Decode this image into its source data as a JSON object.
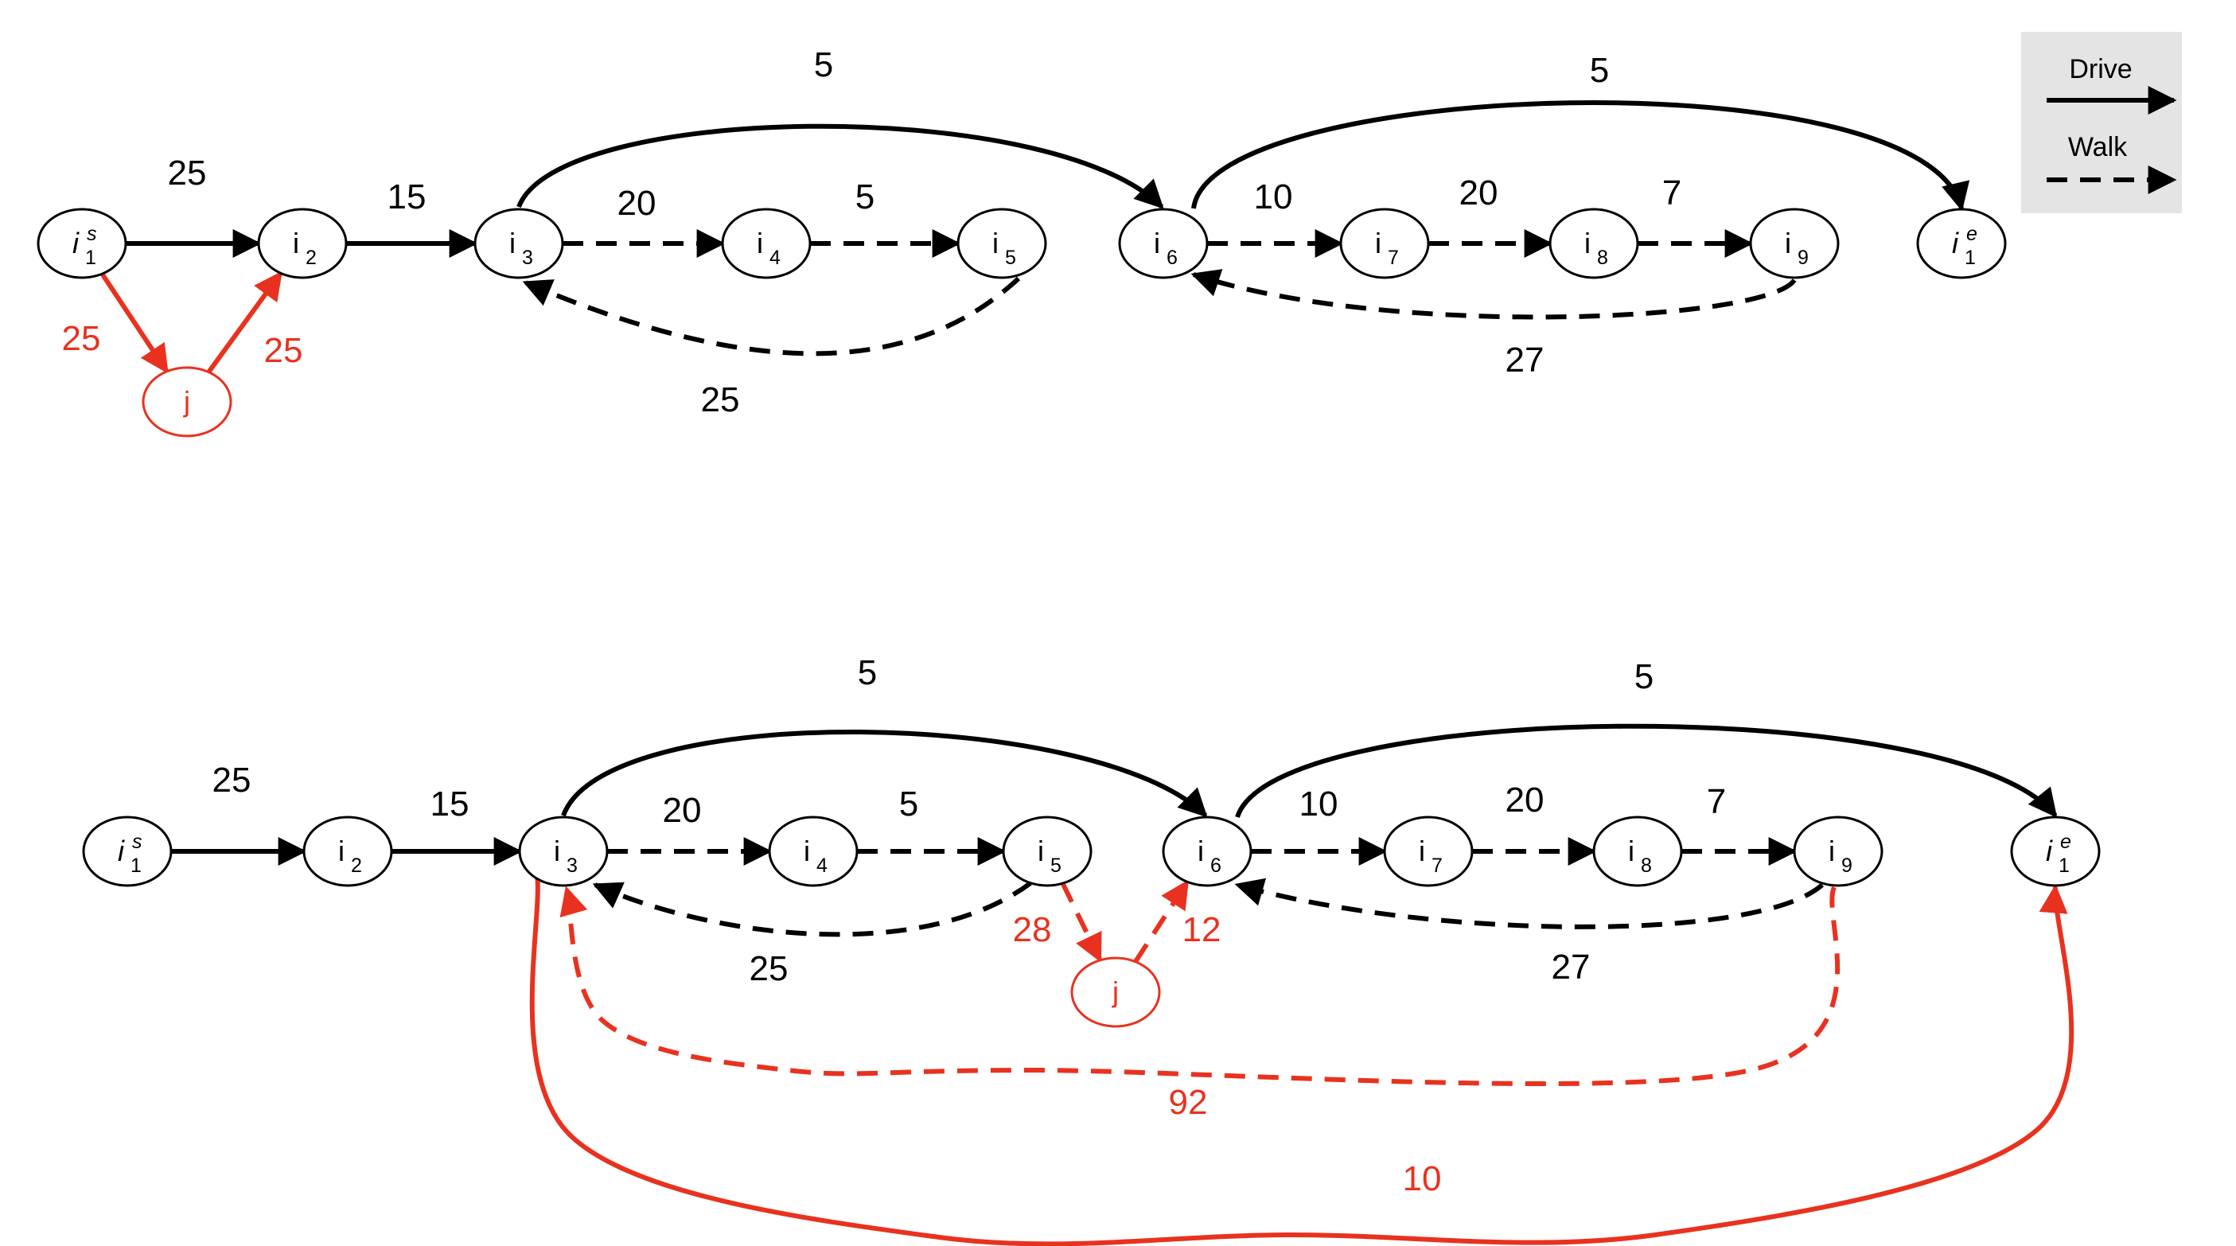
{
  "colors": {
    "black": "#000000",
    "red": "#e8321f",
    "legend_bg": "#e4e4e4"
  },
  "legend": {
    "drive_label": "Drive",
    "walk_label": "Walk"
  },
  "top_graph": {
    "nodes": [
      {
        "id": "is",
        "base": "i",
        "sub": "1",
        "sup": "s",
        "italic": true,
        "color": "black"
      },
      {
        "id": "i2",
        "base": "i",
        "sub": "2",
        "color": "black"
      },
      {
        "id": "i3",
        "base": "i",
        "sub": "3",
        "color": "black"
      },
      {
        "id": "i4",
        "base": "i",
        "sub": "4",
        "color": "black"
      },
      {
        "id": "i5",
        "base": "i",
        "sub": "5",
        "color": "black"
      },
      {
        "id": "i6",
        "base": "i",
        "sub": "6",
        "color": "black"
      },
      {
        "id": "i7",
        "base": "i",
        "sub": "7",
        "color": "black"
      },
      {
        "id": "i8",
        "base": "i",
        "sub": "8",
        "color": "black"
      },
      {
        "id": "i9",
        "base": "i",
        "sub": "9",
        "color": "black"
      },
      {
        "id": "ie",
        "base": "i",
        "sub": "1",
        "sup": "e",
        "italic": true,
        "color": "black"
      },
      {
        "id": "j",
        "base": "j",
        "color": "red"
      }
    ],
    "edges": [
      {
        "id": "is-i2",
        "from": "is",
        "to": "i2",
        "label": "25",
        "mode": "drive",
        "color": "black"
      },
      {
        "id": "i2-i3",
        "from": "i2",
        "to": "i3",
        "label": "15",
        "mode": "drive",
        "color": "black"
      },
      {
        "id": "i3-i4",
        "from": "i3",
        "to": "i4",
        "label": "20",
        "mode": "walk",
        "color": "black"
      },
      {
        "id": "i4-i5",
        "from": "i4",
        "to": "i5",
        "label": "5",
        "mode": "walk",
        "color": "black"
      },
      {
        "id": "i5-i3",
        "from": "i5",
        "to": "i3",
        "label": "25",
        "mode": "walk",
        "color": "black"
      },
      {
        "id": "i3-i6",
        "from": "i3",
        "to": "i6",
        "label": "5",
        "mode": "drive",
        "color": "black"
      },
      {
        "id": "i6-i7",
        "from": "i6",
        "to": "i7",
        "label": "10",
        "mode": "walk",
        "color": "black"
      },
      {
        "id": "i7-i8",
        "from": "i7",
        "to": "i8",
        "label": "20",
        "mode": "walk",
        "color": "black"
      },
      {
        "id": "i8-i9",
        "from": "i8",
        "to": "i9",
        "label": "7",
        "mode": "walk",
        "color": "black"
      },
      {
        "id": "i9-i6",
        "from": "i9",
        "to": "i6",
        "label": "27",
        "mode": "walk",
        "color": "black"
      },
      {
        "id": "i6-ie",
        "from": "i6",
        "to": "ie",
        "label": "5",
        "mode": "drive",
        "color": "black"
      },
      {
        "id": "is-j",
        "from": "is",
        "to": "j",
        "label": "25",
        "mode": "drive",
        "color": "red"
      },
      {
        "id": "j-i2",
        "from": "j",
        "to": "i2",
        "label": "25",
        "mode": "drive",
        "color": "red"
      }
    ]
  },
  "bottom_graph": {
    "nodes": [
      {
        "id": "is",
        "base": "i",
        "sub": "1",
        "sup": "s",
        "italic": true,
        "color": "black"
      },
      {
        "id": "i2",
        "base": "i",
        "sub": "2",
        "color": "black"
      },
      {
        "id": "i3",
        "base": "i",
        "sub": "3",
        "color": "black"
      },
      {
        "id": "i4",
        "base": "i",
        "sub": "4",
        "color": "black"
      },
      {
        "id": "i5",
        "base": "i",
        "sub": "5",
        "color": "black"
      },
      {
        "id": "i6",
        "base": "i",
        "sub": "6",
        "color": "black"
      },
      {
        "id": "i7",
        "base": "i",
        "sub": "7",
        "color": "black"
      },
      {
        "id": "i8",
        "base": "i",
        "sub": "8",
        "color": "black"
      },
      {
        "id": "i9",
        "base": "i",
        "sub": "9",
        "color": "black"
      },
      {
        "id": "ie",
        "base": "i",
        "sub": "1",
        "sup": "e",
        "italic": true,
        "color": "black"
      },
      {
        "id": "j",
        "base": "j",
        "color": "red"
      }
    ],
    "edges": [
      {
        "id": "is-i2",
        "from": "is",
        "to": "i2",
        "label": "25",
        "mode": "drive",
        "color": "black"
      },
      {
        "id": "i2-i3",
        "from": "i2",
        "to": "i3",
        "label": "15",
        "mode": "drive",
        "color": "black"
      },
      {
        "id": "i3-i4",
        "from": "i3",
        "to": "i4",
        "label": "20",
        "mode": "walk",
        "color": "black"
      },
      {
        "id": "i4-i5",
        "from": "i4",
        "to": "i5",
        "label": "5",
        "mode": "walk",
        "color": "black"
      },
      {
        "id": "i5-i3",
        "from": "i5",
        "to": "i3",
        "label": "25",
        "mode": "walk",
        "color": "black"
      },
      {
        "id": "i3-i6",
        "from": "i3",
        "to": "i6",
        "label": "5",
        "mode": "drive",
        "color": "black"
      },
      {
        "id": "i6-i7",
        "from": "i6",
        "to": "i7",
        "label": "10",
        "mode": "walk",
        "color": "black"
      },
      {
        "id": "i7-i8",
        "from": "i7",
        "to": "i8",
        "label": "20",
        "mode": "walk",
        "color": "black"
      },
      {
        "id": "i8-i9",
        "from": "i8",
        "to": "i9",
        "label": "7",
        "mode": "walk",
        "color": "black"
      },
      {
        "id": "i9-i6",
        "from": "i9",
        "to": "i6",
        "label": "27",
        "mode": "walk",
        "color": "black"
      },
      {
        "id": "i6-ie",
        "from": "i6",
        "to": "ie",
        "label": "5",
        "mode": "drive",
        "color": "black"
      },
      {
        "id": "i5-j",
        "from": "i5",
        "to": "j",
        "label": "28",
        "mode": "walk",
        "color": "red"
      },
      {
        "id": "j-i6",
        "from": "j",
        "to": "i6",
        "label": "12",
        "mode": "walk",
        "color": "red"
      },
      {
        "id": "i9-i3",
        "from": "i9",
        "to": "i3",
        "label": "92",
        "mode": "walk",
        "color": "red"
      },
      {
        "id": "i3-ie",
        "from": "i3",
        "to": "ie",
        "label": "10",
        "mode": "drive",
        "color": "red"
      }
    ]
  }
}
